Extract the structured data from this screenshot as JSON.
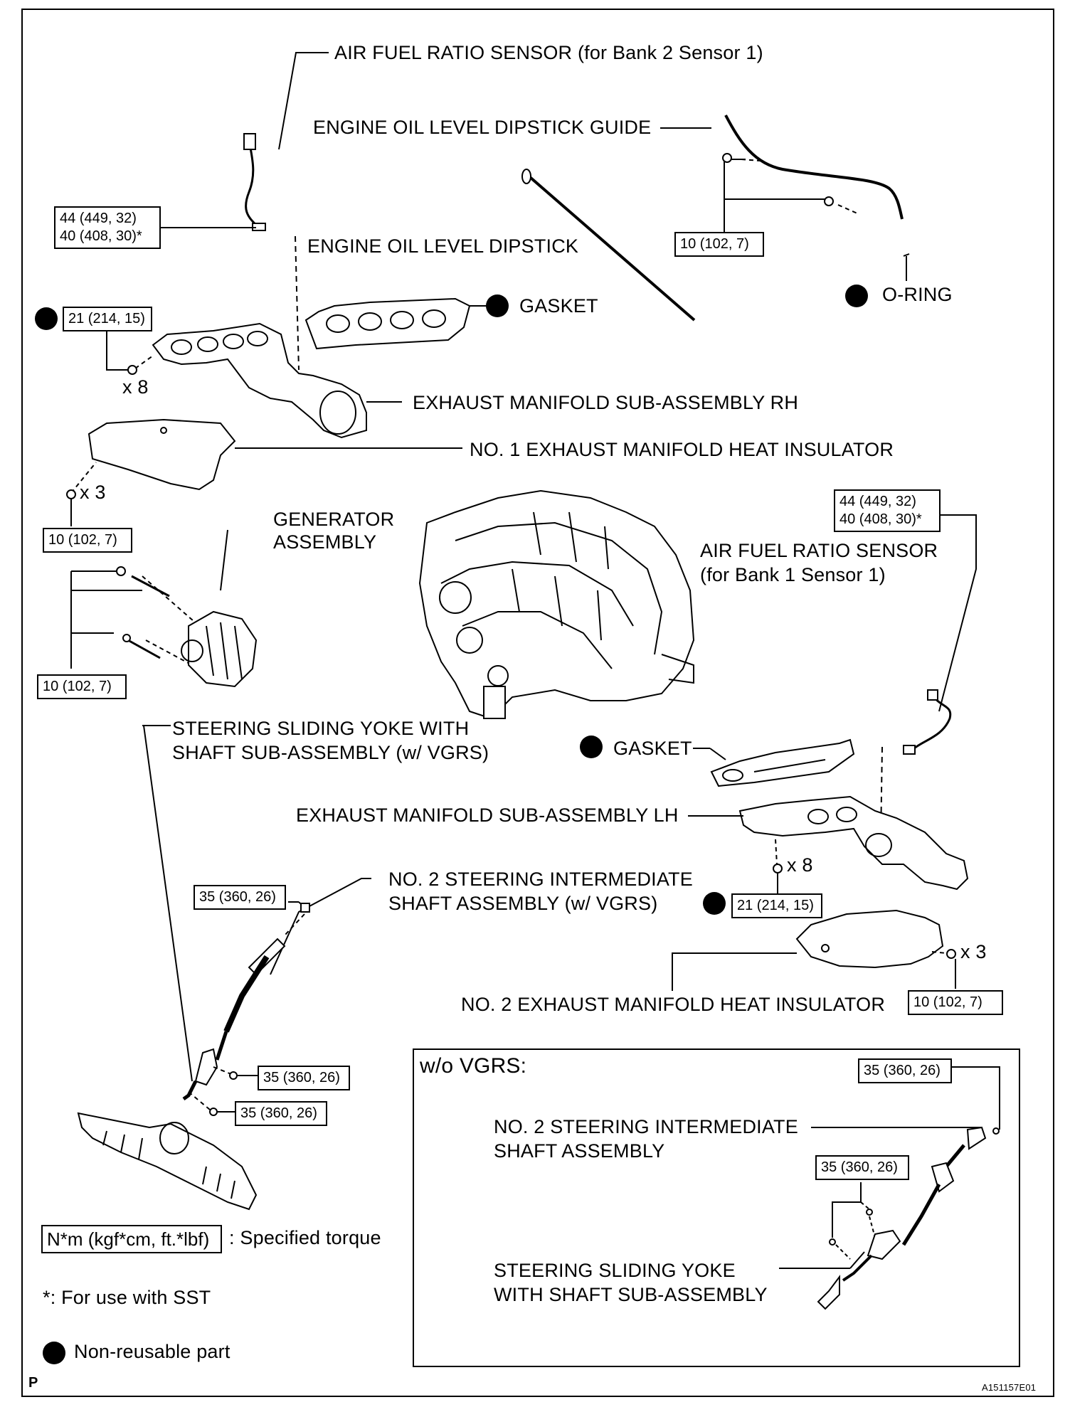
{
  "labels": {
    "afr_bank2": "AIR FUEL RATIO SENSOR (for Bank 2 Sensor 1)",
    "dipstick_guide": "ENGINE OIL LEVEL DIPSTICK GUIDE",
    "dipstick": "ENGINE OIL LEVEL DIPSTICK",
    "gasket_rh": "GASKET",
    "oring": "O-RING",
    "exh_rh": "EXHAUST MANIFOLD SUB-ASSEMBLY RH",
    "insul1": "NO. 1 EXHAUST MANIFOLD HEAT INSULATOR",
    "generator_1": "GENERATOR",
    "generator_2": "ASSEMBLY",
    "afr_bank1_1": "AIR FUEL RATIO SENSOR",
    "afr_bank1_2": "(for Bank 1 Sensor 1)",
    "yoke_1": "STEERING SLIDING YOKE WITH",
    "yoke_2": "SHAFT SUB-ASSEMBLY (w/ VGRS)",
    "gasket_lh": "GASKET",
    "exh_lh": "EXHAUST MANIFOLD SUB-ASSEMBLY LH",
    "inter_1": "NO. 2 STEERING INTERMEDIATE",
    "inter_2": "SHAFT ASSEMBLY (w/ VGRS)",
    "insul2": "NO. 2 EXHAUST MANIFOLD HEAT INSULATOR",
    "x8_rh": "x 8",
    "x3_rh": "x 3",
    "x8_lh": "x 8",
    "x3_lh": "x 3"
  },
  "torques": {
    "afr2_a": "44 (449, 32)",
    "afr2_b": "40 (408, 30)*",
    "guide": "10 (102, 7)",
    "exh_rh": "21 (214, 15)",
    "insul1": "10 (102, 7)",
    "gen": "10 (102, 7)",
    "afr1_a": "44 (449, 32)",
    "afr1_b": "40 (408, 30)*",
    "inter_top": "35 (360, 26)",
    "yoke_a": "35 (360, 26)",
    "yoke_b": "35 (360, 26)",
    "exh_lh": "21 (214, 15)",
    "insul2": "10 (102, 7)"
  },
  "inset": {
    "title": "w/o VGRS:",
    "torque_top": "35 (360, 26)",
    "torque_mid": "35 (360, 26)",
    "inter_1": "NO. 2 STEERING INTERMEDIATE",
    "inter_2": "SHAFT ASSEMBLY",
    "yoke_1": "STEERING SLIDING YOKE",
    "yoke_2": "WITH SHAFT SUB-ASSEMBLY"
  },
  "legend": {
    "torque_unit": "N*m (kgf*cm, ft.*lbf)",
    "torque_desc": ": Specified torque",
    "sst_note": "*: For use with SST",
    "nonreusable": "Non-reusable part"
  },
  "footer": {
    "left": "P",
    "right": "A151157E01"
  }
}
